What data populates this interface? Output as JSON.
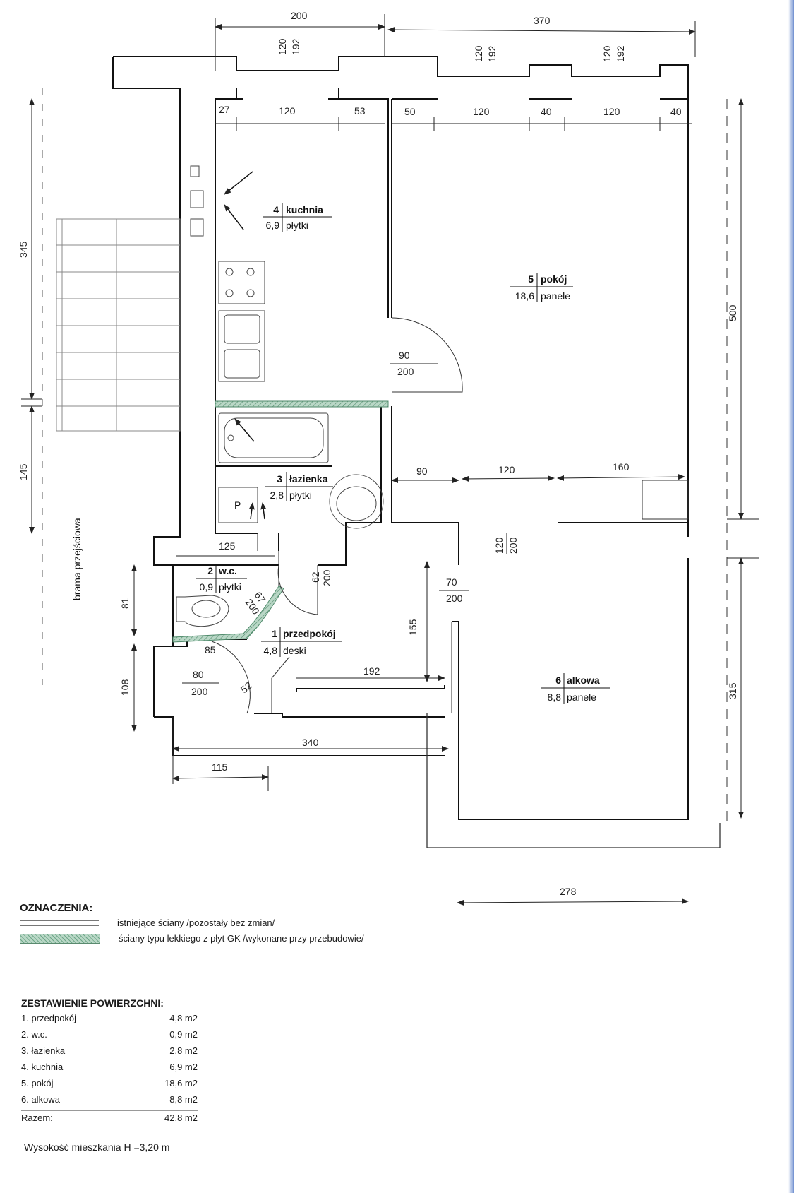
{
  "dimensions_top": {
    "d200": "200",
    "d370": "370",
    "d120a": "120",
    "d192a": "192",
    "d120b": "120",
    "d192b": "192",
    "d120c": "120",
    "d192c": "192"
  },
  "dimensions_kitchen": {
    "d27": "27",
    "d120": "120",
    "d53": "53"
  },
  "dimensions_room": {
    "d50": "50",
    "d120a": "120",
    "d40a": "40",
    "d120b": "120",
    "d40b": "40"
  },
  "dimensions_left": {
    "d345": "345",
    "d145": "145",
    "d81": "81",
    "d108": "108"
  },
  "dimensions_right": {
    "d500": "500",
    "d315": "315"
  },
  "dimensions_inner": {
    "door_room": "90",
    "door_room_h": "200",
    "d90": "90",
    "d120": "120",
    "d160": "160",
    "opening_w": "120",
    "opening_h": "200",
    "d125": "125",
    "door_bath_w": "62",
    "door_bath_h": "200",
    "door_wc_w": "67",
    "door_wc_h": "200",
    "d155": "155",
    "door_alk_w": "70",
    "door_alk_h": "200",
    "d85": "85",
    "d52": "52",
    "door_ent_w": "80",
    "door_ent_h": "200",
    "d192": "192",
    "d340": "340",
    "d115": "115",
    "d278": "278"
  },
  "gate_label": "brama przejściowa",
  "rooms": {
    "r1": {
      "num": "1",
      "name": "przedpokój",
      "area": "4,8",
      "floor": "deski"
    },
    "r2": {
      "num": "2",
      "name": "w.c.",
      "area": "0,9",
      "floor": "płytki"
    },
    "r3": {
      "num": "3",
      "name": "łazienka",
      "area": "2,8",
      "floor": "płytki"
    },
    "r4": {
      "num": "4",
      "name": "kuchnia",
      "area": "6,9",
      "floor": "płytki"
    },
    "r5": {
      "num": "5",
      "name": "pokój",
      "area": "18,6",
      "floor": "panele"
    },
    "r6": {
      "num": "6",
      "name": "alkowa",
      "area": "8,8",
      "floor": "panele"
    }
  },
  "fixtures": {
    "chimney_label": "P"
  },
  "legend": {
    "title": "OZNACZENIA:",
    "existing": "istniejące ściany /pozostały bez zmian/",
    "gk": "ściany typu lekkiego z płyt GK /wykonane przy przebudowie/"
  },
  "summary": {
    "title": "ZESTAWIENIE POWIERZCHNI:",
    "rows": [
      {
        "label": "1. przedpokój",
        "value": "4,8 m2"
      },
      {
        "label": "2. w.c.",
        "value": "0,9 m2"
      },
      {
        "label": "3. łazienka",
        "value": "2,8 m2"
      },
      {
        "label": "4. kuchnia",
        "value": "6,9 m2"
      },
      {
        "label": "5. pokój",
        "value": "18,6 m2"
      },
      {
        "label": "6. alkowa",
        "value": "8,8 m2"
      }
    ],
    "total_label": "Razem:",
    "total_value": "42,8 m2"
  },
  "height_note": "Wysokość mieszkania H =3,20 m",
  "colors": {
    "wall": "#111111",
    "gk_fill": "#b9d7c6",
    "gk_stroke": "#4f8a6b",
    "dim": "#222222"
  }
}
